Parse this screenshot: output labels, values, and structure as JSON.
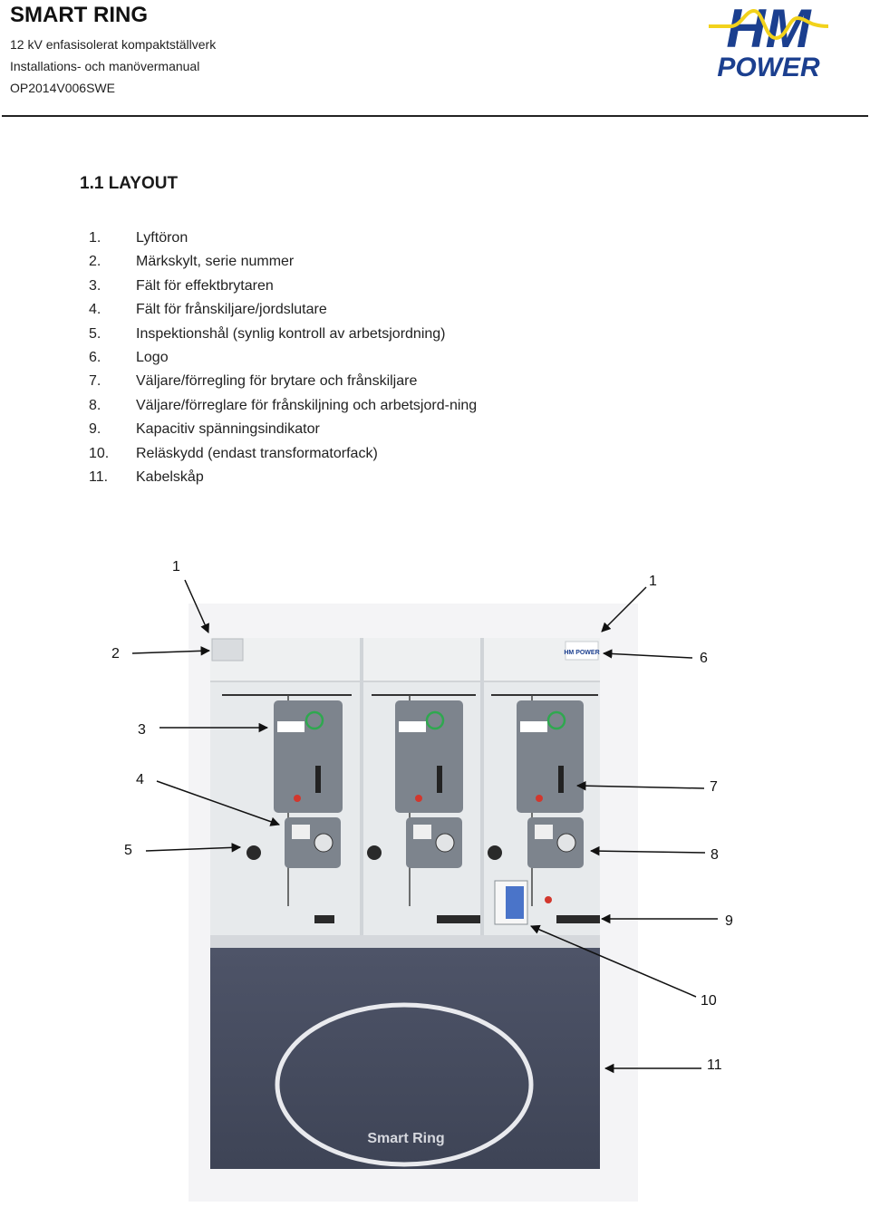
{
  "header": {
    "title": "SMART RING",
    "line1": "12 kV enfasisolerat kompaktställverk",
    "line2": "Installations- och manövermanual",
    "line3": "OP2014V006SWE",
    "logo_text_top": "HM",
    "logo_text_bottom": "POWER",
    "logo_colors": {
      "blue": "#1b3f8f",
      "yellow": "#f2d21b"
    }
  },
  "section": {
    "title": "1.1 LAYOUT"
  },
  "legend": [
    {
      "num": "1.",
      "text": "Lyftöron"
    },
    {
      "num": "2.",
      "text": "Märkskylt, serie nummer"
    },
    {
      "num": "3.",
      "text": "Fält för effektbrytaren"
    },
    {
      "num": "4.",
      "text": "Fält för frånskiljare/jordslutare"
    },
    {
      "num": "5.",
      "text": "Inspektionshål (synlig kontroll av arbetsjordning)"
    },
    {
      "num": "6.",
      "text": "Logo"
    },
    {
      "num": "7.",
      "text": "Väljare/förregling för brytare och frånskiljare"
    },
    {
      "num": "8.",
      "text": "Väljare/förreglare för frånskiljning och arbetsjord-ning"
    },
    {
      "num": "9.",
      "text": "Kapacitiv spänningsindikator"
    },
    {
      "num": "10.",
      "text": "Reläskydd (endast transformatorfack)"
    },
    {
      "num": "11.",
      "text": "Kabelskåp"
    }
  ],
  "figure": {
    "callouts": [
      "1",
      "1",
      "2",
      "6",
      "3",
      "4",
      "7",
      "5",
      "8",
      "9",
      "10",
      "11"
    ],
    "base_text": "Smart Ring",
    "panel_logo": "HM POWER"
  }
}
